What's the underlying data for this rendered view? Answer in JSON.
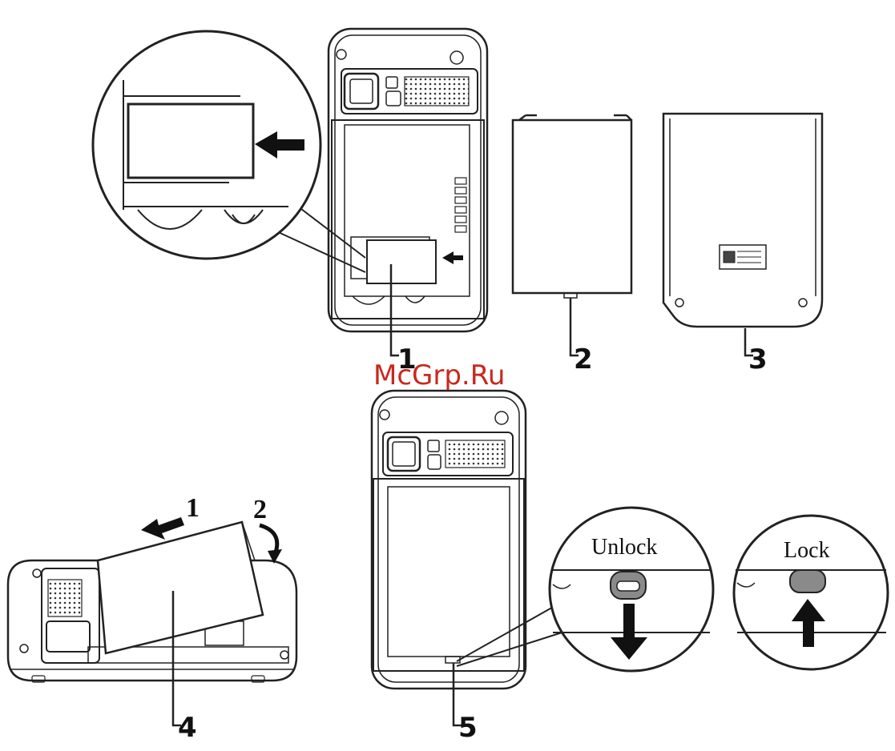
{
  "labels": {
    "callout_1": "1",
    "callout_2": "2",
    "callout_3": "3",
    "callout_4": "4",
    "callout_5": "5"
  },
  "steps": {
    "step_1": "1",
    "step_2": "2"
  },
  "lock_detail": {
    "unlock": "Unlock",
    "lock": "Lock"
  },
  "watermark": "McGrp.Ru",
  "colors": {
    "line": "#222222",
    "watermark": "#c8281e",
    "lock_tab": "#8a8a8a"
  }
}
